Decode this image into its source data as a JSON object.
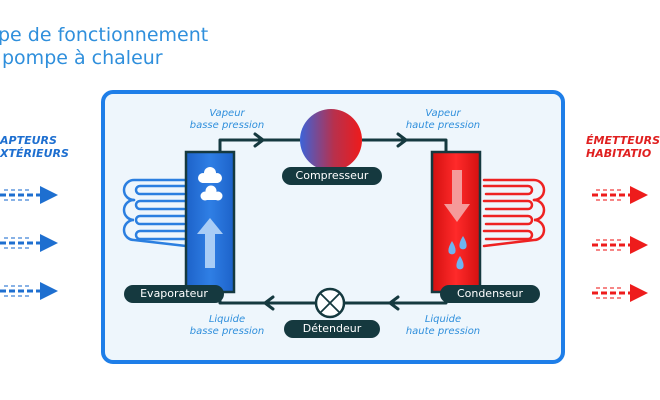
{
  "title": {
    "line1": "pe de fonctionnement",
    "line2": "pompe à chaleur"
  },
  "left_label": {
    "line1": "APTEURS",
    "line2": "XTÉRIEURS"
  },
  "right_label": {
    "line1": "ÉMETTEURS",
    "line2": "HABITATIO"
  },
  "notes": {
    "top_left": {
      "line1": "Vapeur",
      "line2": "basse pression"
    },
    "top_right": {
      "line1": "Vapeur",
      "line2": "haute pression"
    },
    "bottom_left": {
      "line1": "Liquide",
      "line2": "basse pression"
    },
    "bottom_right": {
      "line1": "Liquide",
      "line2": "haute pression"
    }
  },
  "components": {
    "compressor": "Compresseur",
    "evaporator": "Evaporateur",
    "condenser": "Condenseur",
    "expansion_valve": "Détendeur"
  },
  "colors": {
    "blue": "#1e7ee8",
    "red": "#e51b1b",
    "dark": "#15393f",
    "frame_bg": "#eef6fc"
  }
}
